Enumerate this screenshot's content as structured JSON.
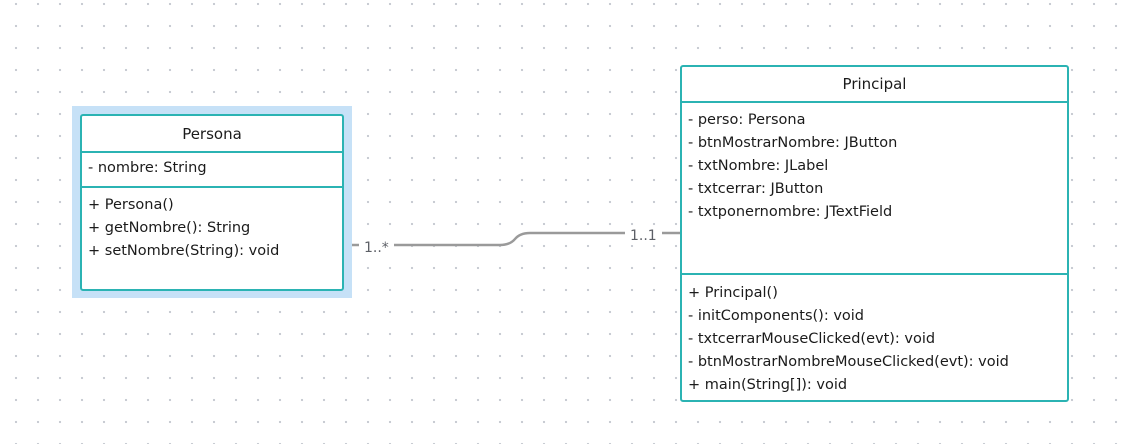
{
  "diagram": {
    "classes": [
      {
        "name": "Persona",
        "attributes": [
          "- nombre: String"
        ],
        "methods": [
          "+ Persona()",
          "+ getNombre(): String",
          "+ setNombre(String): void"
        ]
      },
      {
        "name": "Principal",
        "attributes": [
          "- perso: Persona",
          "- btnMostrarNombre: JButton",
          "- txtNombre: JLabel",
          "- txtcerrar: JButton",
          "- txtponernombre: JTextField"
        ],
        "methods": [
          "+ Principal()",
          "- initComponents(): void",
          "- txtcerrarMouseClicked(evt): void",
          "- btnMostrarNombreMouseClicked(evt): void",
          "+ main(String[]): void"
        ]
      }
    ],
    "association": {
      "from": "Persona",
      "to": "Principal",
      "from_multiplicity": "1..*",
      "to_multiplicity": "1..1"
    }
  },
  "colors": {
    "class_border": "#2bb3b3",
    "selection_halo": "#c6e1f7",
    "connector": "#9a9a9a",
    "multiplicity_text": "#5c5f66",
    "canvas_dots": "#c9ccd3"
  }
}
